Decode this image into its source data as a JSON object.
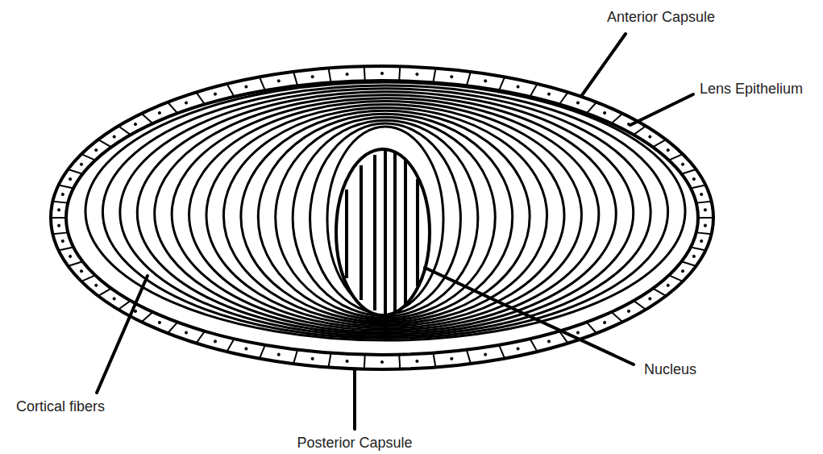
{
  "diagram": {
    "labels": [
      "Anterior Capsule",
      "Lens Epithelium",
      "Nucleus",
      "Cortical fibers",
      "Posterior Capsule"
    ]
  }
}
